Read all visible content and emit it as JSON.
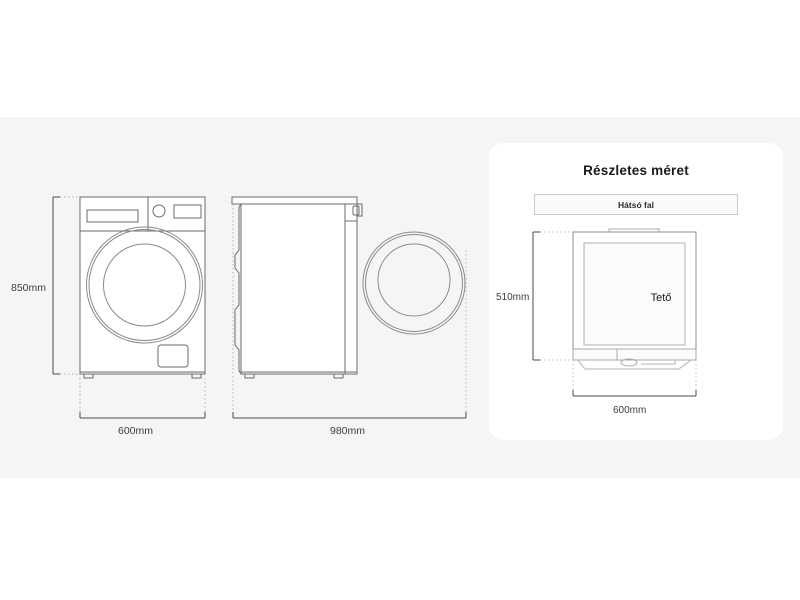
{
  "page": {
    "background_color": "#ffffff",
    "band_color": "#f5f5f5",
    "line_color": "#6b6b6b",
    "text_color": "#3d3d3d"
  },
  "views": {
    "front": {
      "name": "front-view",
      "height_label": "850mm",
      "width_label": "600mm",
      "parts": [
        "control-panel",
        "detergent-drawer",
        "control-knob",
        "display-panel",
        "door-rim",
        "door-glass",
        "filter-hatch",
        "leveling-feet"
      ]
    },
    "side": {
      "name": "side-view",
      "depth_label": "980mm",
      "parts": [
        "cabinet-profile",
        "top-lid",
        "hinge-cover",
        "open-door-circle",
        "leveling-feet"
      ]
    }
  },
  "card": {
    "title": "Részletes méret",
    "back_wall_label": "Hátsó fal",
    "top_label": "Tető",
    "height_label": "510mm",
    "width_label": "600mm"
  }
}
